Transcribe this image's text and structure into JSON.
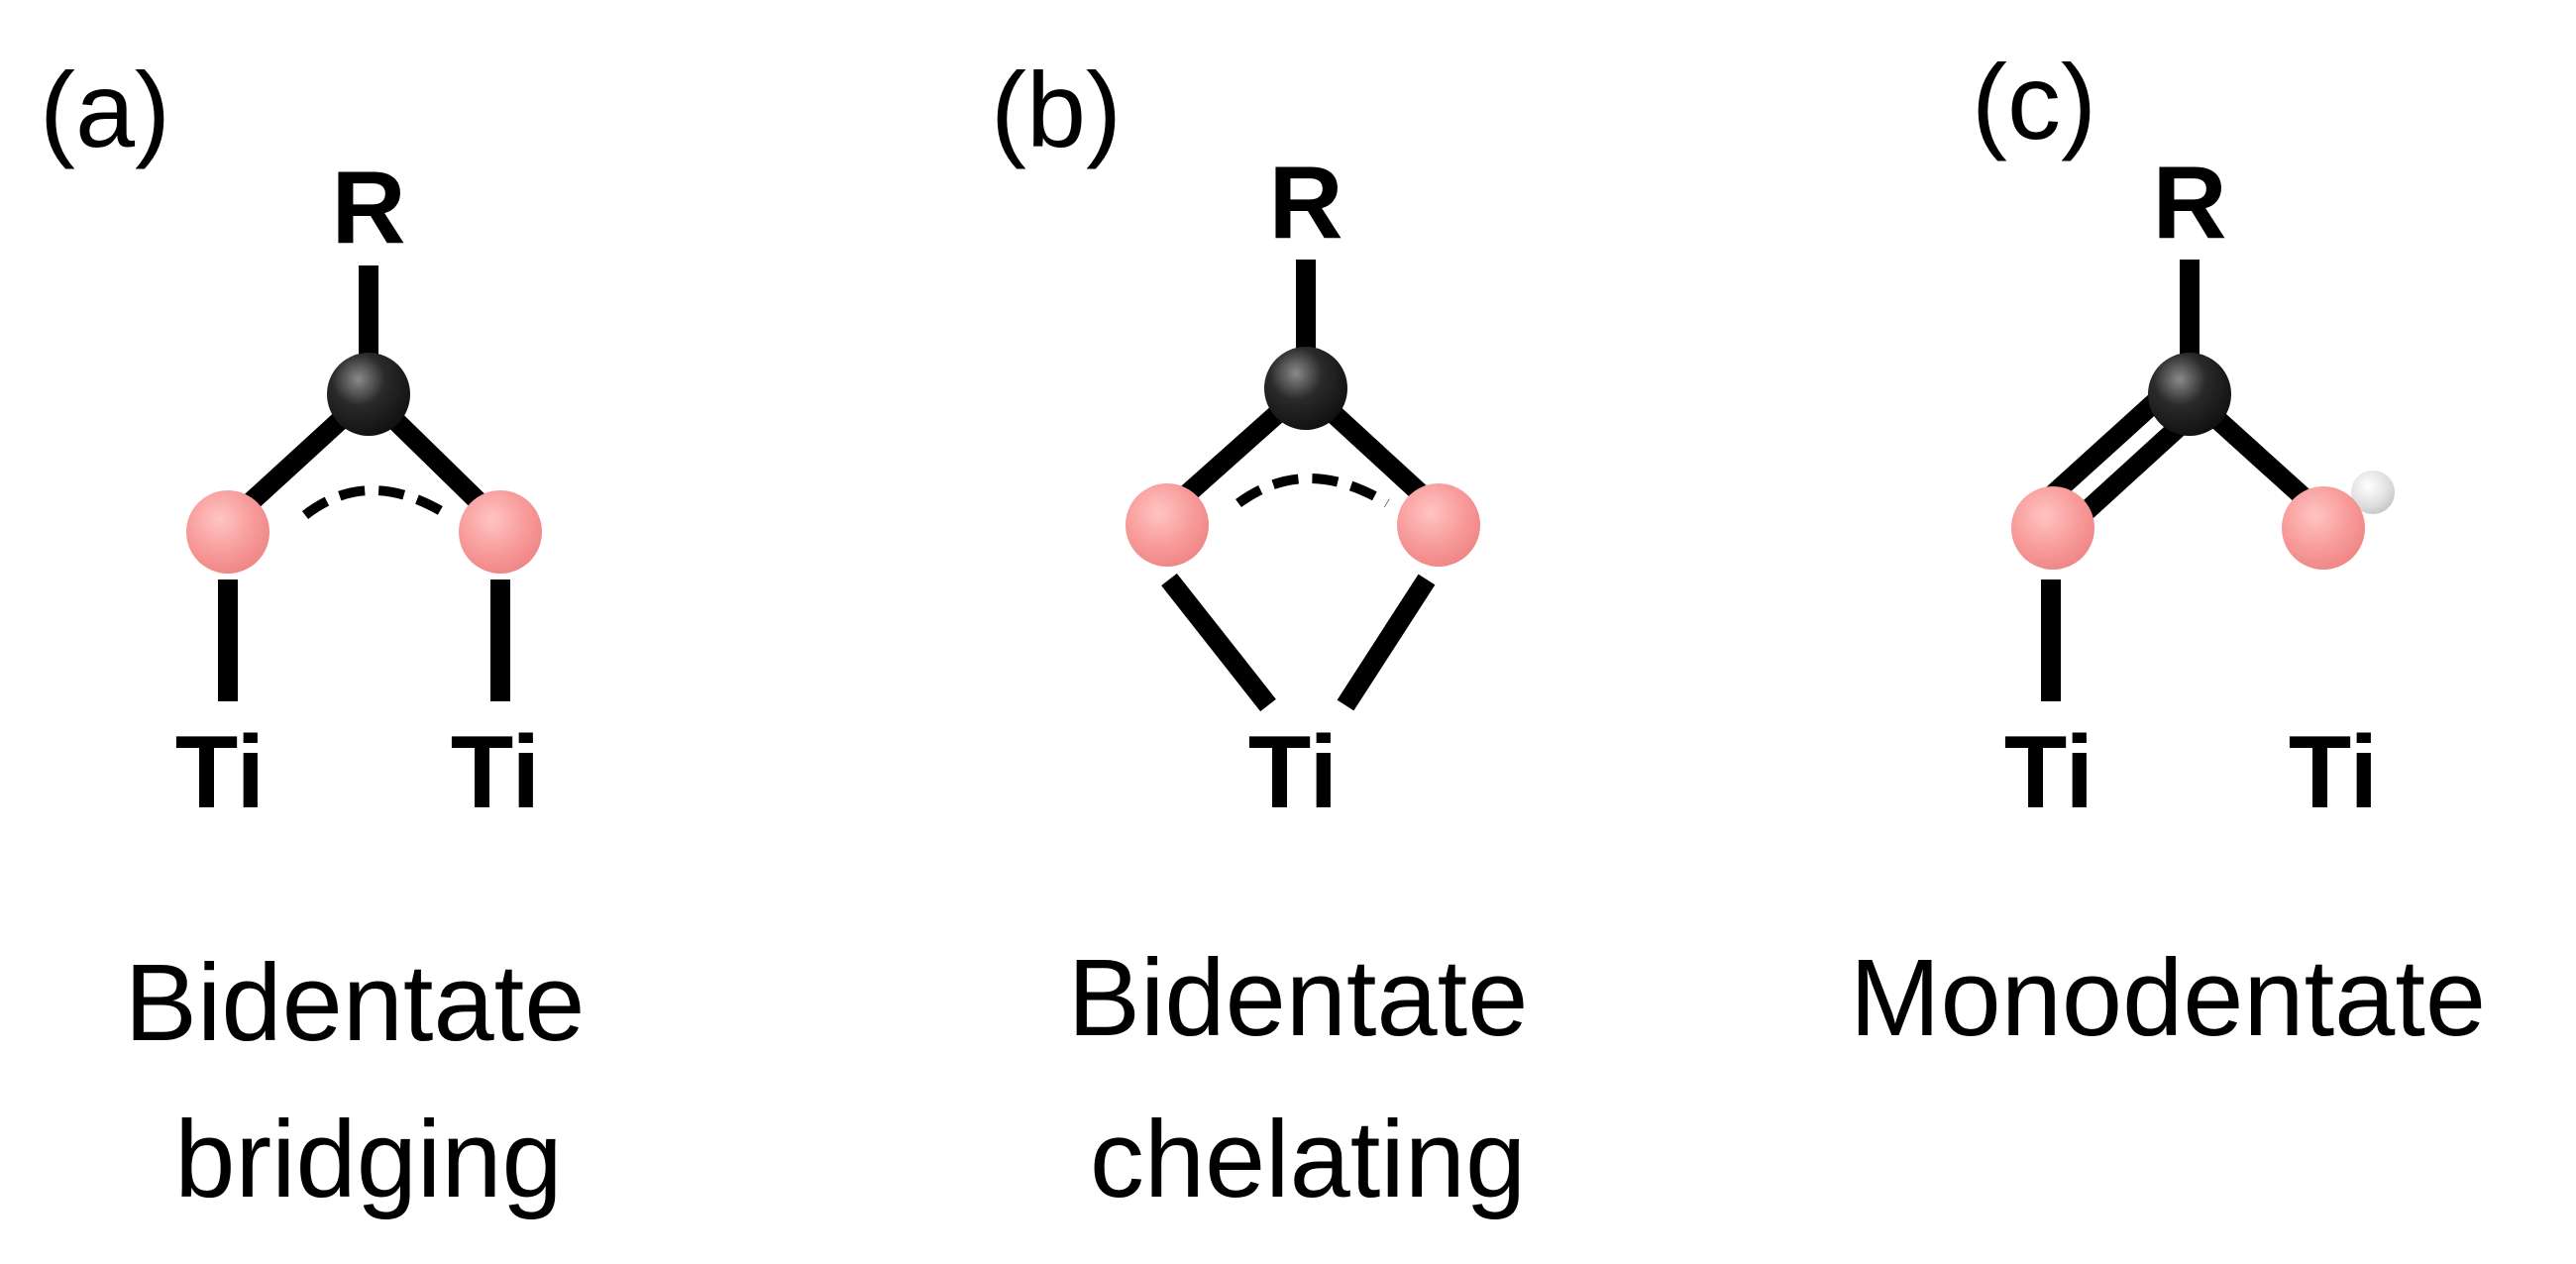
{
  "panels": [
    {
      "label": "(a)",
      "top_atom": "R",
      "metal_labels": [
        "Ti",
        "Ti"
      ],
      "caption_lines": [
        "Bidentate",
        "bridging"
      ]
    },
    {
      "label": "(b)",
      "top_atom": "R",
      "metal_labels": [
        "Ti"
      ],
      "caption_lines": [
        "Bidentate",
        "chelating"
      ]
    },
    {
      "label": "(c)",
      "top_atom": "R",
      "metal_labels": [
        "Ti",
        "Ti"
      ],
      "caption_lines": [
        "Monodentate"
      ]
    }
  ],
  "colors": {
    "carbon": "#1e1e1e",
    "oxygen": "#f4908f",
    "hydrogen": "#d8d8d8",
    "bond": "#000000"
  }
}
